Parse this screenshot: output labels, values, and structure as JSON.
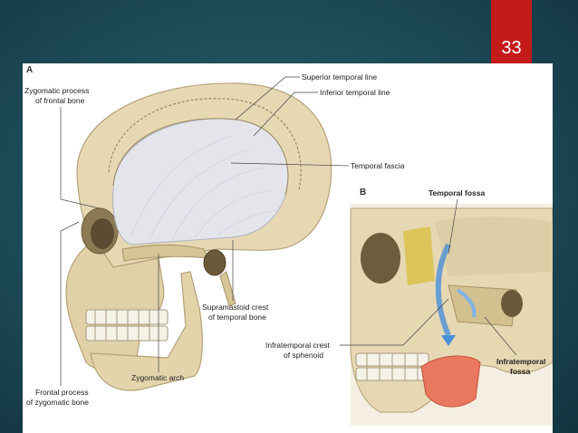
{
  "slide": {
    "number": "33"
  },
  "figure": {
    "panel_a": {
      "letter": "A",
      "labels": {
        "zygomatic_process_line1": "Zygomatic process",
        "zygomatic_process_line2": "of frontal bone",
        "superior_temporal_line": "Superior temporal line",
        "inferior_temporal_line": "Inferior temporal line",
        "temporal_fascia": "Temporal fascia",
        "supramastoid_line1": "Supramastoid crest",
        "supramastoid_line2": "of temporal bone",
        "zygomatic_arch": "Zygomatic arch",
        "frontal_process_line1": "Frontal process",
        "frontal_process_line2": "of zygomatic bone"
      }
    },
    "panel_b": {
      "letter": "B",
      "labels": {
        "temporal_fossa": "Temporal fossa",
        "infratemporal_crest_line1": "Infratemporal crest",
        "infratemporal_crest_line2": "of sphenoid",
        "infratemporal_fossa_line1": "Infratemporal",
        "infratemporal_fossa_line2": "fossa"
      }
    },
    "colors": {
      "bone": "#e6d8b3",
      "bone_shadow": "#bfae83",
      "fascia": "#e4e6f0",
      "fossa_yellow": "#d9c24a",
      "muscle": "#e9785f",
      "arrow": "#4a90d9",
      "accent_red": "#c41a1a"
    }
  }
}
